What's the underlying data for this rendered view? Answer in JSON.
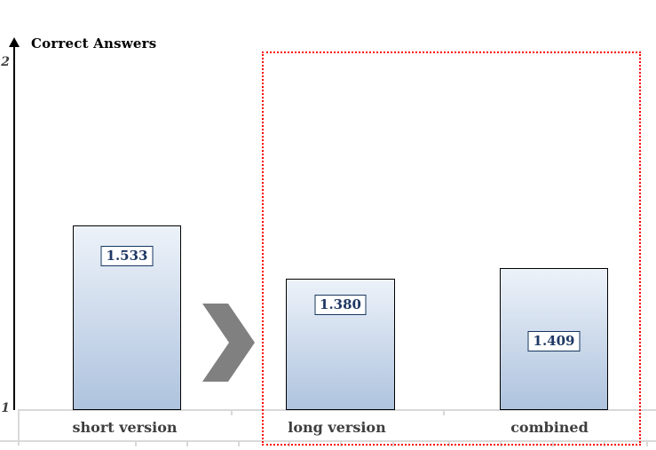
{
  "chart_data": {
    "type": "bar",
    "title": "Correct Answers",
    "categories": [
      "short version",
      "long version",
      "combined"
    ],
    "values": [
      1.533,
      1.38,
      1.409
    ],
    "value_labels": [
      "1.533",
      "1.380",
      "1.409"
    ],
    "xlabel": "",
    "ylabel": "Correct Answers",
    "ylim": [
      1,
      2.07
    ],
    "yticks": [
      1,
      2
    ],
    "ytick_labels": [
      "2",
      "1"
    ],
    "grid": "off",
    "legend": "none",
    "annotations": {
      "highlight_box": {
        "style": "red dotted rectangle",
        "categories": [
          "long version",
          "combined"
        ]
      },
      "transition_arrow": {
        "style": "gray chevron pointing right",
        "from": "short version",
        "to": "long version"
      }
    }
  },
  "colors": {
    "bar-fill-top": "#edf2f9",
    "bar-fill-bottom": "#aec3de",
    "bar-border": "#000000",
    "value-text": "#1f3864",
    "value-box-border": "#17375e",
    "category-text": "#3f3f3f",
    "axis-line": "#000000",
    "grid-line": "#d9d9d9",
    "highlight-border": "#ff0000",
    "arrow": "#808080"
  }
}
